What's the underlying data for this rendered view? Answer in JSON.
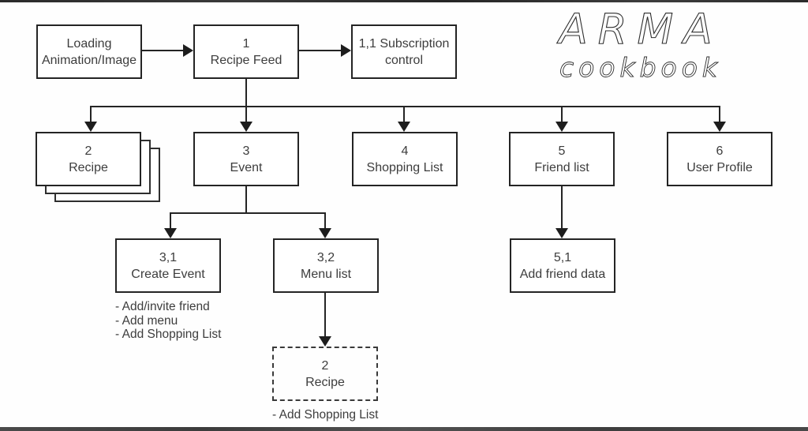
{
  "logo": {
    "title": "ARMA",
    "subtitle": "cookbook"
  },
  "nodes": {
    "loading": {
      "line1": "Loading",
      "line2": "Animation/Image"
    },
    "recipe_feed": {
      "line1": "1",
      "line2": "Recipe Feed"
    },
    "subscription": {
      "line1": "1,1 Subscription",
      "line2": "control"
    },
    "recipe": {
      "line1": "2",
      "line2": "Recipe"
    },
    "event": {
      "line1": "3",
      "line2": "Event"
    },
    "shopping_list": {
      "line1": "4",
      "line2": "Shopping List"
    },
    "friend_list": {
      "line1": "5",
      "line2": "Friend list"
    },
    "user_profile": {
      "line1": "6",
      "line2": "User Profile"
    },
    "create_event": {
      "line1": "3,1",
      "line2": "Create Event"
    },
    "menu_list": {
      "line1": "3,2",
      "line2": "Menu list"
    },
    "add_friend_data": {
      "line1": "5,1",
      "line2": "Add friend data"
    },
    "recipe_dashed": {
      "line1": "2",
      "line2": "Recipe"
    }
  },
  "notes": {
    "create_event": [
      "- Add/invite friend",
      "- Add menu",
      "- Add Shopping List"
    ],
    "recipe_dashed": "- Add Shopping List"
  },
  "colors": {
    "line": "#242424",
    "text": "#3d3d3d",
    "background": "#ffffff"
  }
}
